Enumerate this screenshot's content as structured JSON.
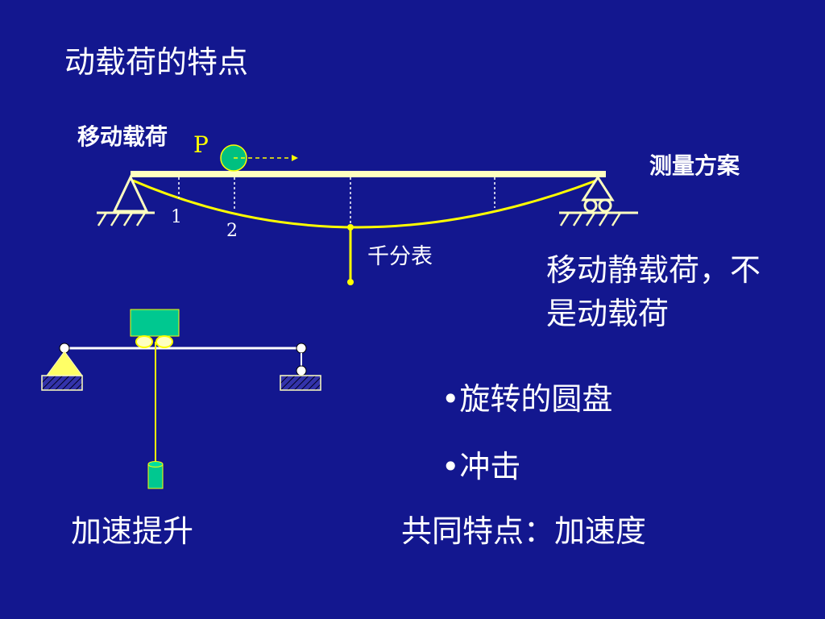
{
  "slide": {
    "title": "动载荷的特点",
    "moving_load_label": "移动载荷",
    "load_symbol": "P",
    "measurement_label": "测量方案",
    "point_1": "1",
    "point_2": "2",
    "dial_gauge_label": "千分表",
    "note_line1": "移动静载荷，不",
    "note_line2": "是动载荷",
    "bullets": [
      "•旋转的圆盘",
      "•冲击"
    ],
    "acceleration_lift": "加速提升",
    "common_feature": "共同特点：加速度"
  },
  "colors": {
    "background": "#13178f",
    "beam": "#ffffc0",
    "line": "#ffff00",
    "ball": "#00c080",
    "support": "#ffffc0",
    "block": "#00c890",
    "hatch": "#3333aa"
  }
}
